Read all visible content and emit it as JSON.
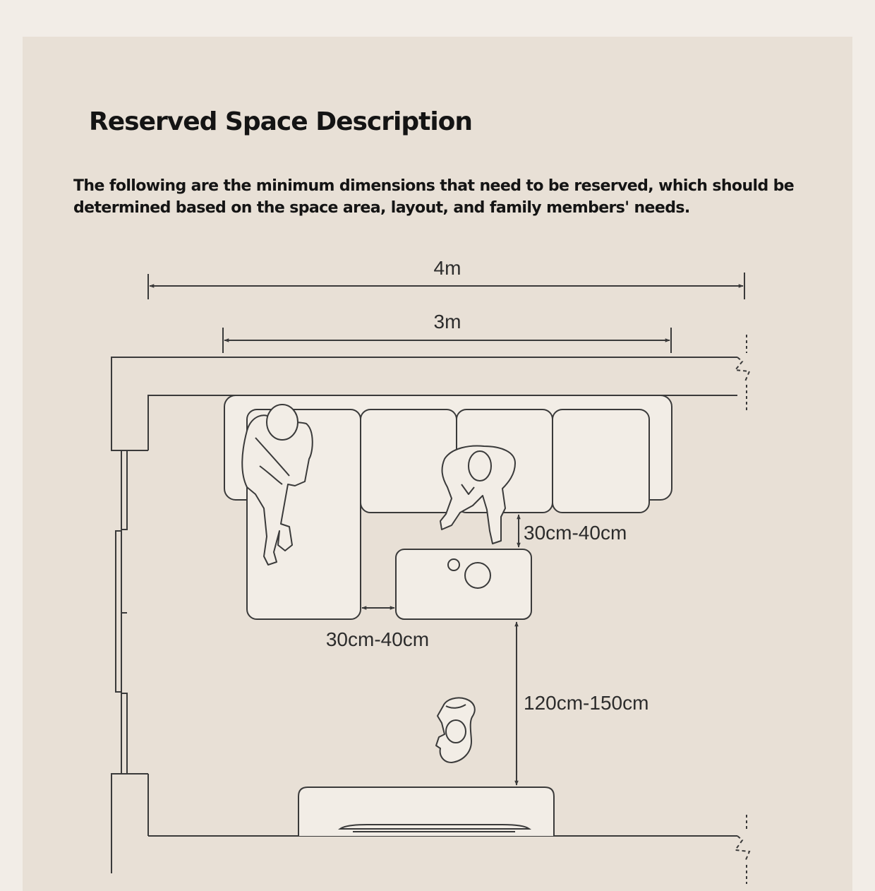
{
  "heading": {
    "title": "Reserved Space Description",
    "subtitle": "The following are the minimum dimensions that need to be reserved, which should be determined based on the space area, layout, and family members' needs."
  },
  "dimensions": {
    "total_width": "4m",
    "sofa_width": "3m",
    "sofa_to_table": "30cm-40cm",
    "chaise_to_table": "30cm-40cm",
    "table_to_tv": "120cm-150cm"
  },
  "colors": {
    "background": "#f2ede7",
    "panel": "#e8e0d6",
    "furniture": "#f2ede6",
    "line": "#3a3a3a",
    "text": "#141414"
  }
}
